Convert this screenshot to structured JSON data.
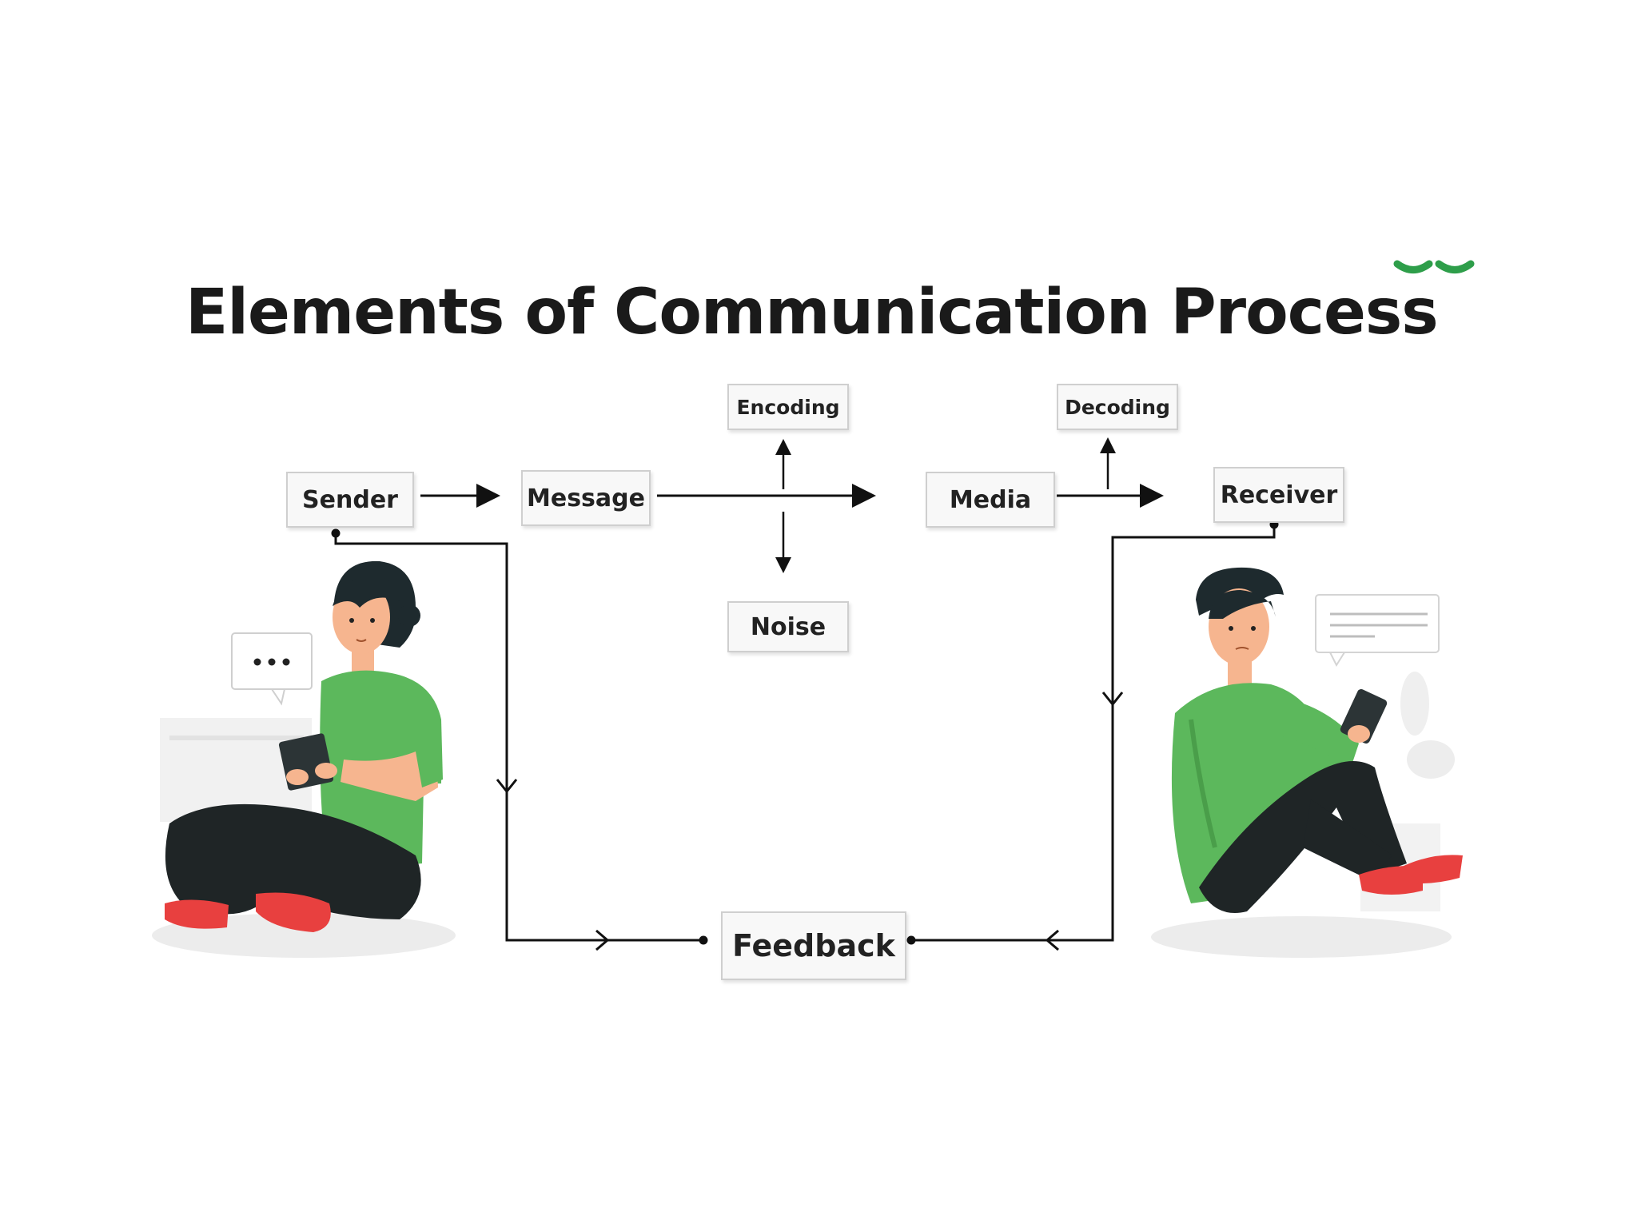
{
  "title": "Elements of Communication Process",
  "nodes": {
    "sender": "Sender",
    "message": "Message",
    "encoding": "Encoding",
    "noise": "Noise",
    "media": "Media",
    "decoding": "Decoding",
    "receiver": "Receiver",
    "feedback": "Feedback"
  },
  "edges": [
    {
      "from": "sender",
      "to": "message"
    },
    {
      "from": "message",
      "to": "media"
    },
    {
      "from": "message",
      "to": "encoding"
    },
    {
      "from": "message",
      "to": "noise"
    },
    {
      "from": "media",
      "to": "receiver"
    },
    {
      "from": "media",
      "to": "decoding"
    },
    {
      "from": "sender",
      "to": "feedback"
    },
    {
      "from": "receiver",
      "to": "feedback"
    }
  ],
  "colors": {
    "shirt": "#5cb85c",
    "shirt_dark": "#4a9e4a",
    "pants": "#1f2526",
    "shoes": "#e8403f",
    "skin": "#f6b58f",
    "hair": "#1e2a2e",
    "brand_accent": "#2e9e4a"
  },
  "icons": {
    "sender_bubble": "ellipsis-speech-bubble-icon",
    "receiver_bubble": "text-lines-speech-bubble-icon",
    "brand": "brand-logo-icon"
  }
}
